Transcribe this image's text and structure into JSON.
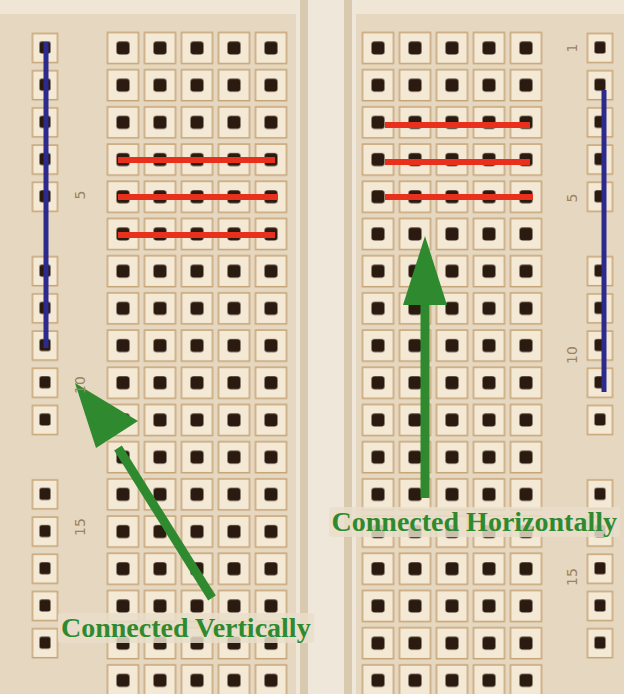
{
  "diagram": {
    "labels": [
      "5",
      "10",
      "15",
      "1",
      "5",
      "10",
      "15",
      "Connected Horizontally",
      "Connected Vertically"
    ]
  }
}
